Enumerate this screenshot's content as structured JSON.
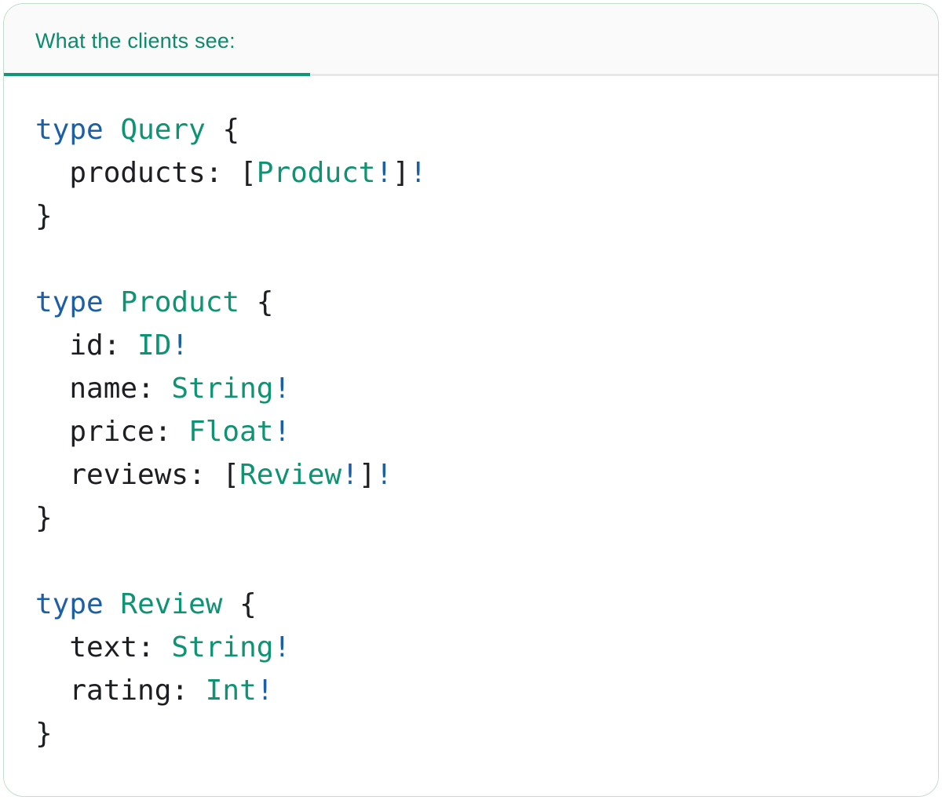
{
  "tabs": {
    "active_label": "What the clients see:"
  },
  "colors": {
    "card_border": "#c2ddcb",
    "header_bg": "#fafafa",
    "tab_text": "#0d8a6c",
    "tab_underline": "#12967a",
    "divider_gray": "#e7e7e7",
    "code_text": "#1c1e21",
    "keyword_blue": "#1d5fa5",
    "type_teal": "#0e9373",
    "op_blue": "#1d5fa5"
  },
  "code": {
    "language": "graphql",
    "lines": [
      [
        {
          "t": "type",
          "c": "kw"
        },
        {
          "t": " ",
          "c": "plain"
        },
        {
          "t": "Query",
          "c": "type"
        },
        {
          "t": " {",
          "c": "plain"
        }
      ],
      [
        {
          "t": "  products: [",
          "c": "plain"
        },
        {
          "t": "Product",
          "c": "type"
        },
        {
          "t": "!",
          "c": "op"
        },
        {
          "t": "]",
          "c": "plain"
        },
        {
          "t": "!",
          "c": "op"
        }
      ],
      [
        {
          "t": "}",
          "c": "plain"
        }
      ],
      [],
      [
        {
          "t": "type",
          "c": "kw"
        },
        {
          "t": " ",
          "c": "plain"
        },
        {
          "t": "Product",
          "c": "type"
        },
        {
          "t": " {",
          "c": "plain"
        }
      ],
      [
        {
          "t": "  id: ",
          "c": "plain"
        },
        {
          "t": "ID",
          "c": "type"
        },
        {
          "t": "!",
          "c": "op"
        }
      ],
      [
        {
          "t": "  name: ",
          "c": "plain"
        },
        {
          "t": "String",
          "c": "type"
        },
        {
          "t": "!",
          "c": "op"
        }
      ],
      [
        {
          "t": "  price: ",
          "c": "plain"
        },
        {
          "t": "Float",
          "c": "type"
        },
        {
          "t": "!",
          "c": "op"
        }
      ],
      [
        {
          "t": "  reviews: [",
          "c": "plain"
        },
        {
          "t": "Review",
          "c": "type"
        },
        {
          "t": "!",
          "c": "op"
        },
        {
          "t": "]",
          "c": "plain"
        },
        {
          "t": "!",
          "c": "op"
        }
      ],
      [
        {
          "t": "}",
          "c": "plain"
        }
      ],
      [],
      [
        {
          "t": "type",
          "c": "kw"
        },
        {
          "t": " ",
          "c": "plain"
        },
        {
          "t": "Review",
          "c": "type"
        },
        {
          "t": " {",
          "c": "plain"
        }
      ],
      [
        {
          "t": "  text: ",
          "c": "plain"
        },
        {
          "t": "String",
          "c": "type"
        },
        {
          "t": "!",
          "c": "op"
        }
      ],
      [
        {
          "t": "  rating: ",
          "c": "plain"
        },
        {
          "t": "Int",
          "c": "type"
        },
        {
          "t": "!",
          "c": "op"
        }
      ],
      [
        {
          "t": "}",
          "c": "plain"
        }
      ]
    ]
  }
}
